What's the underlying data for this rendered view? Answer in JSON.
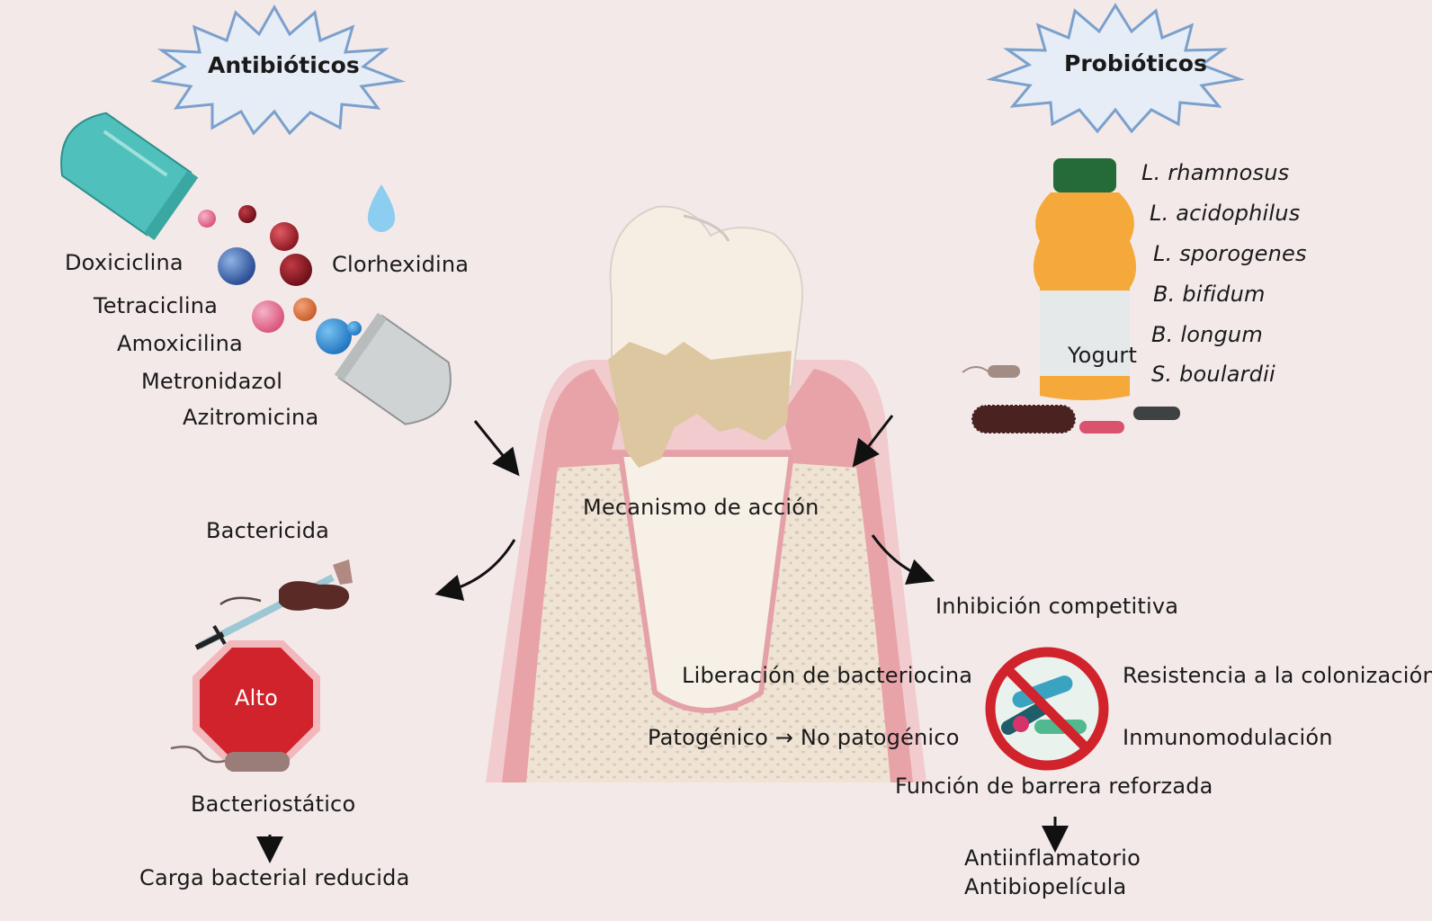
{
  "antibiotics": {
    "title": "Antibióticos",
    "drugs": [
      "Doxiciclina",
      "Tetraciclina",
      "Amoxicilina",
      "Metronidazol",
      "Azitromicina"
    ],
    "extra": "Clorhexidina",
    "effects": {
      "bactericidal": "Bactericida",
      "stop_sign": "Alto",
      "bacteriostatic": "Bacteriostático",
      "result": "Carga bacterial reducida"
    }
  },
  "probiotics": {
    "title": "Probióticos",
    "bottle_label": "Yogurt",
    "strains": [
      "L. rhamnosus",
      "L. acidophilus",
      "L. sporogenes",
      "B. bifidum",
      "B. longum",
      "S. boulardii"
    ],
    "mechanisms": {
      "competitive_inhibition": "Inhibición competitiva",
      "bacteriocin": "Liberación de bacteriocina",
      "colonization_resistance": "Resistencia a la colonización",
      "pathogenic_shift": "Patogénico → No patogénico",
      "immunomodulation": "Inmunomodulación",
      "barrier": "Función de barrera reforzada",
      "outcomes": [
        "Antiinflamatorio",
        "Antibiopelícula"
      ]
    }
  },
  "center": {
    "label": "Mecanismo de acción"
  },
  "colors": {
    "background": "#f4e9e9",
    "gum": "#e8a3a8",
    "stop_red": "#d0232c",
    "burst_fill": "#e6edf6",
    "burst_stroke": "#7aa0cc",
    "capsule_teal": "#4fc0bb",
    "bottle_orange": "#f4a93a",
    "cap_green": "#246b38"
  }
}
